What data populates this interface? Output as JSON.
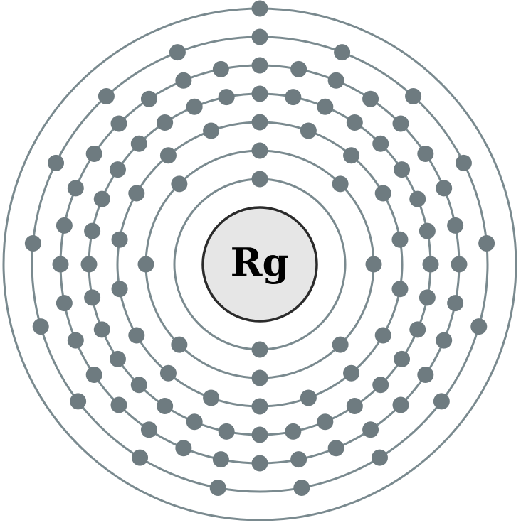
{
  "element": {
    "symbol": "Rg",
    "shells": [
      2,
      8,
      18,
      32,
      32,
      17,
      1
    ]
  },
  "colors": {
    "background": "#ffffff",
    "shell": "#7a8a8f",
    "electron": "#6e7b80",
    "nucleus_fill": "#e6e6e6",
    "nucleus_stroke": "#2b2b2b",
    "symbol": "#000000"
  }
}
